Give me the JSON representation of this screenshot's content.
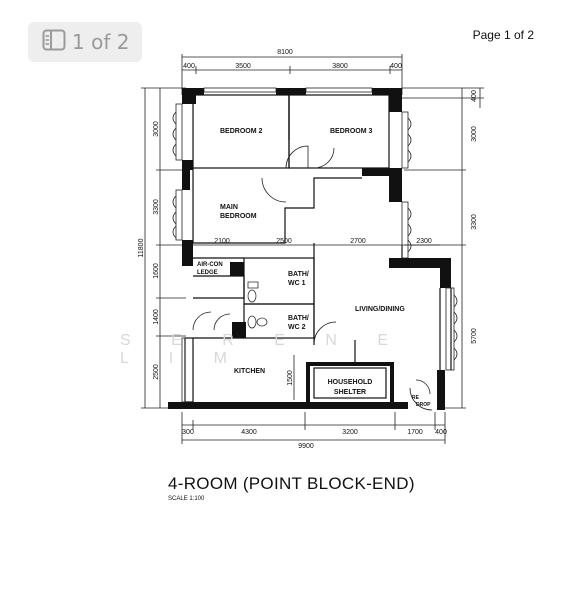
{
  "viewer": {
    "page_badge": "1 of 2",
    "page_indicator": "Page 1 of 2",
    "page_badge_icon": "sidebar-panel-icon"
  },
  "plan": {
    "title": "4-ROOM (POINT BLOCK-END)",
    "scale": "SCALE   1:100",
    "watermark": "S E R E N E   L I M",
    "rooms": {
      "bedroom2": "BEDROOM 2",
      "bedroom3": "BEDROOM 3",
      "main_bedroom_1": "MAIN",
      "main_bedroom_2": "BEDROOM",
      "aircon_1": "AIR-CON",
      "aircon_2": "LEDGE",
      "bath1_1": "BATH/",
      "bath1_2": "WC 1",
      "bath2_1": "BATH/",
      "bath2_2": "WC 2",
      "living": "LIVING/DINING",
      "kitchen": "KITCHEN",
      "shelter_1": "HOUSEHOLD",
      "shelter_2": "SHELTER",
      "refuse_1": "RE",
      "refuse_2": "DROP"
    },
    "dimensions": {
      "top_total": "8100",
      "top_a": "400",
      "top_b": "3500",
      "top_c": "3800",
      "top_d": "400",
      "left_total": "11800",
      "left_a": "3000",
      "left_b": "3300",
      "left_c": "1600",
      "left_d": "1400",
      "left_e": "2500",
      "right_a": "3000",
      "right_b": "3300",
      "right_c": "5700",
      "right_top": "400",
      "mid_a": "2100",
      "mid_b": "2500",
      "mid_c": "2700",
      "mid_d": "2300",
      "kitchen_h": "1500",
      "bottom_total": "9900",
      "bottom_a": "300",
      "bottom_b": "4300",
      "bottom_c": "3200",
      "bottom_d": "1700",
      "bottom_e": "400"
    }
  }
}
